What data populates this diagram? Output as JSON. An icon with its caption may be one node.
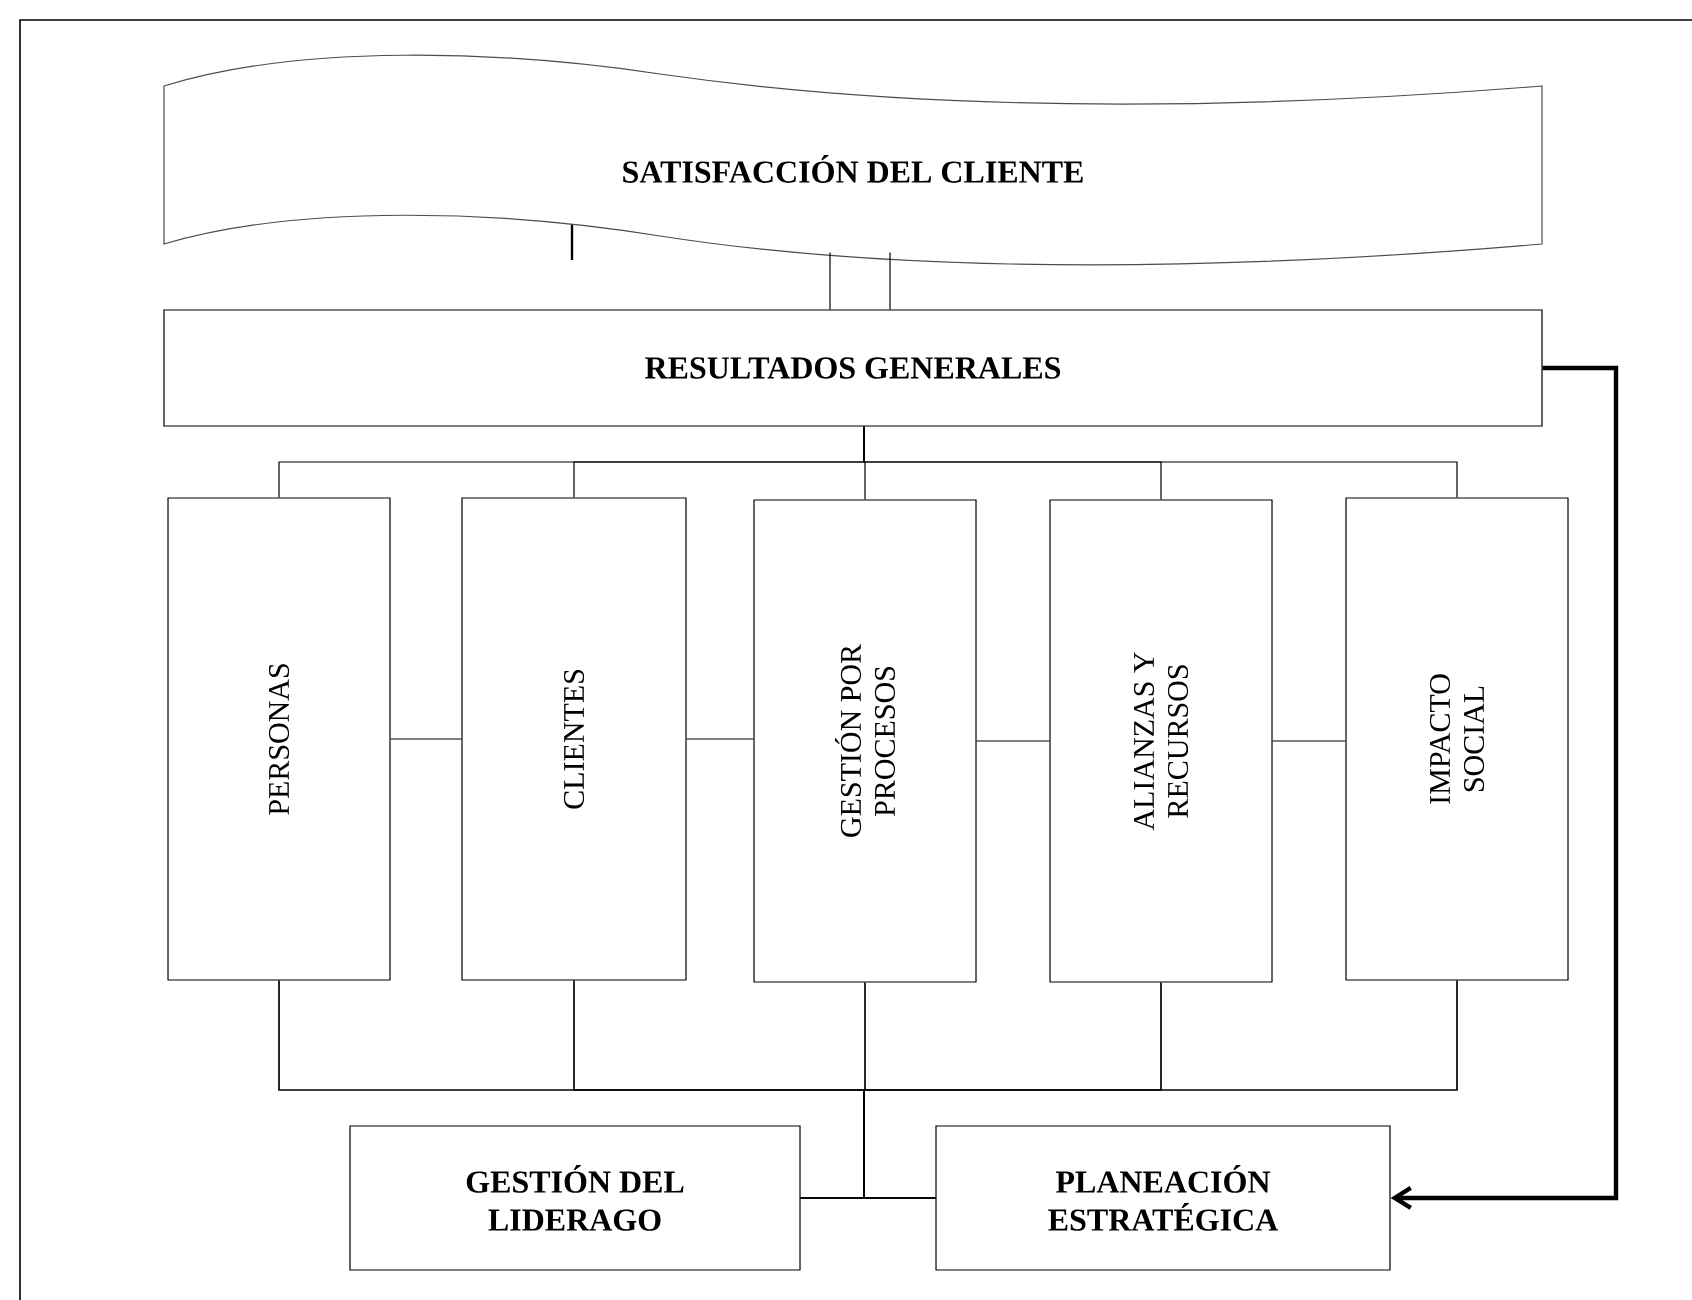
{
  "diagram": {
    "nodes": [
      {
        "text": [
          "SATISFACCIÓN DEL CLIENTE"
        ]
      },
      {
        "text": [
          "RESULTADOS GENERALES"
        ]
      },
      {
        "text": [
          "PERSONAS"
        ]
      },
      {
        "text": [
          "CLIENTES"
        ]
      },
      {
        "text": [
          "GESTIÓN POR PROCESOS"
        ]
      },
      {
        "text": [
          "ALIANZAS Y RECURSOS"
        ]
      },
      {
        "text": [
          "IMPACTO SOCIAL"
        ]
      },
      {
        "text": [
          "GESTIÓN DEL LIDERAGO"
        ]
      },
      {
        "text": [
          "PLANEACIÓN ESTRATÉGICA"
        ]
      }
    ],
    "edges": [
      {
        "from": 1,
        "to": 0,
        "arrow": "none"
      },
      {
        "from": 1,
        "to": 0,
        "arrow": "none"
      },
      {
        "from": 1,
        "to": 2,
        "arrow": "none"
      },
      {
        "from": 1,
        "to": 3,
        "arrow": "none"
      },
      {
        "from": 1,
        "to": 4,
        "arrow": "none"
      },
      {
        "from": 1,
        "to": 5,
        "arrow": "none"
      },
      {
        "from": 1,
        "to": 6,
        "arrow": "none"
      },
      {
        "from": 2,
        "to": 3,
        "arrow": "none"
      },
      {
        "from": 3,
        "to": 4,
        "arrow": "none"
      },
      {
        "from": 4,
        "to": 5,
        "arrow": "none"
      },
      {
        "from": 5,
        "to": 6,
        "arrow": "none"
      },
      {
        "from": 2,
        "to": 7,
        "arrow": "none"
      },
      {
        "from": 3,
        "to": 7,
        "arrow": "none"
      },
      {
        "from": 4,
        "to": 7,
        "arrow": "none"
      },
      {
        "from": 5,
        "to": 7,
        "arrow": "none"
      },
      {
        "from": 6,
        "to": 7,
        "arrow": "none"
      },
      {
        "from": 2,
        "to": 8,
        "arrow": "none"
      },
      {
        "from": 3,
        "to": 8,
        "arrow": "none"
      },
      {
        "from": 4,
        "to": 8,
        "arrow": "none"
      },
      {
        "from": 5,
        "to": 8,
        "arrow": "none"
      },
      {
        "from": 6,
        "to": 8,
        "arrow": "none"
      },
      {
        "from": 1,
        "to": 8,
        "arrow": "to",
        "style": "thick"
      }
    ]
  }
}
